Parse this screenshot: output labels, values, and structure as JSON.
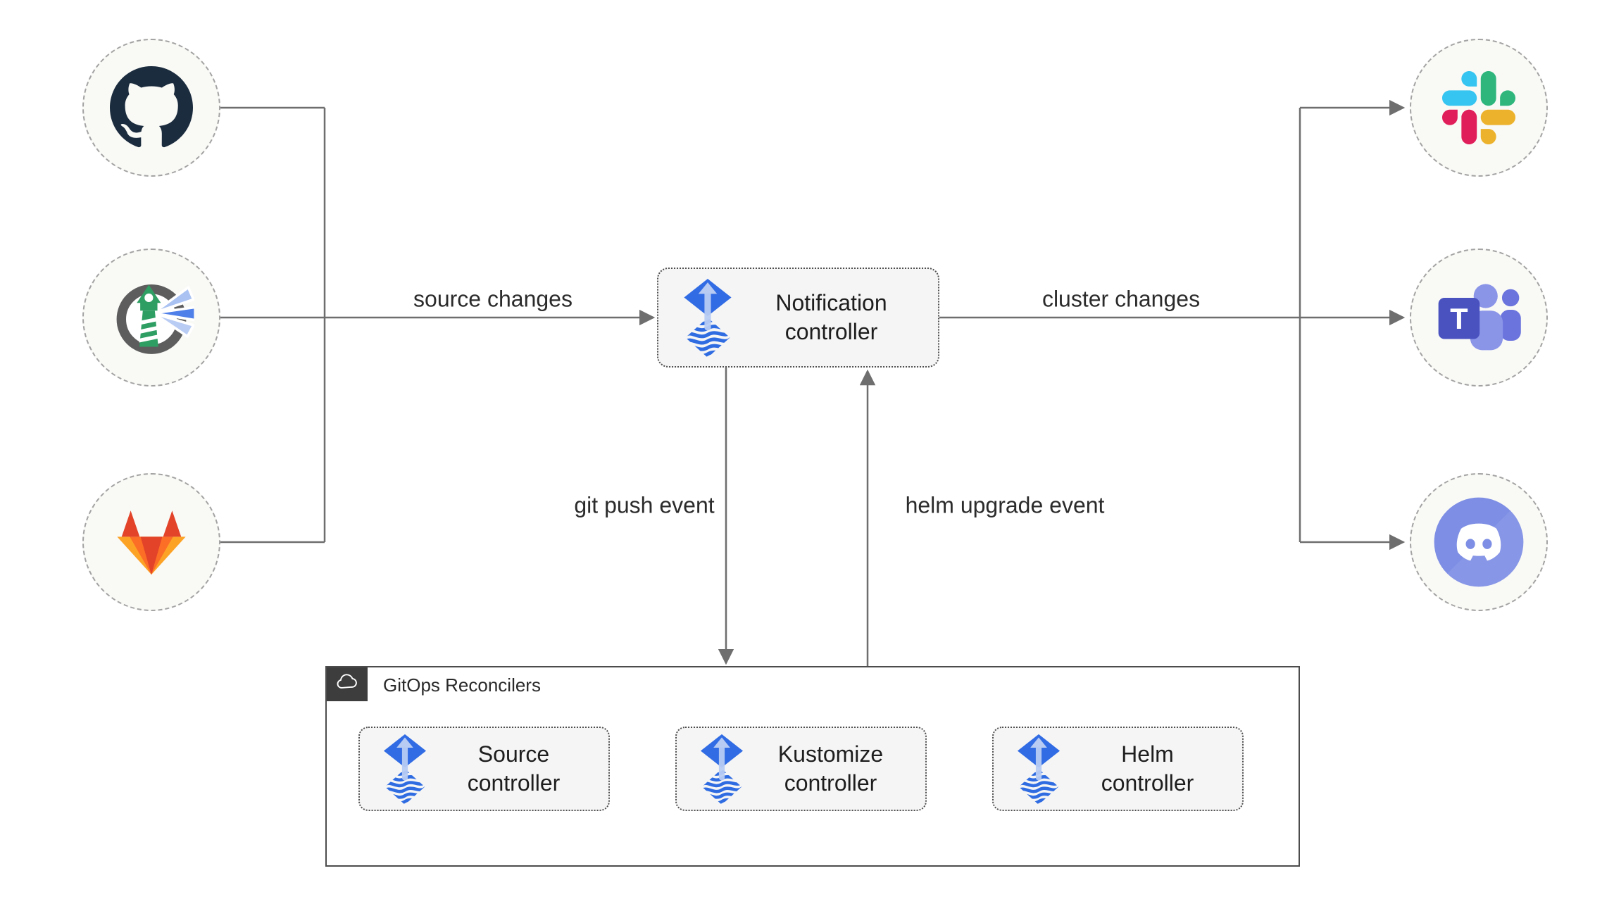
{
  "edges": {
    "source_changes": "source changes",
    "cluster_changes": "cluster changes",
    "git_push": "git push event",
    "helm_upgrade": "helm upgrade event"
  },
  "notification": {
    "label": "Notification controller",
    "icon": "flux-icon"
  },
  "group": {
    "title": "GitOps Reconcilers",
    "icon": "cloud-icon",
    "controllers": [
      {
        "label": "Source controller",
        "icon": "flux-icon"
      },
      {
        "label": "Kustomize controller",
        "icon": "flux-icon"
      },
      {
        "label": "Helm controller",
        "icon": "flux-icon"
      }
    ]
  },
  "sources": [
    {
      "icon": "github-icon"
    },
    {
      "icon": "harbor-icon"
    },
    {
      "icon": "gitlab-icon"
    }
  ],
  "targets": [
    {
      "icon": "slack-icon"
    },
    {
      "icon": "teams-icon"
    },
    {
      "icon": "discord-icon"
    }
  ],
  "icons": {
    "teams_letter": "T"
  },
  "colors": {
    "flux_blue": "#316ce4",
    "flux_arrow_light": "#b7cbf3",
    "line_gray": "#6e6e6e",
    "box_fill": "#f5f5f5",
    "node_fill": "#f9f9f6",
    "container_border": "#4c4c4c",
    "text": "#1e1e1e",
    "github_dark": "#1b2c3e",
    "harbor_green": "#2f9e63",
    "gitlab_red": "#e24329",
    "gitlab_orange": "#fc6d26",
    "gitlab_yellow": "#fca326",
    "slack_blue": "#36c5f0",
    "slack_green": "#2eb67d",
    "slack_pink": "#e01e5a",
    "slack_yellow": "#ecb22c",
    "teams_indigo": "#4a52c0",
    "discord_blurple": "#7d8ee4"
  }
}
